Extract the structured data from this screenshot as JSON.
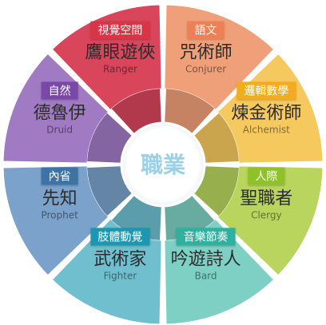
{
  "center": {
    "title": "職業"
  },
  "segments": [
    {
      "key": "ranger",
      "category": "視覺空間",
      "name": "鷹眼遊俠",
      "english": "Ranger",
      "color": "#d9455b",
      "tag_color": "#d83447"
    },
    {
      "key": "conjurer",
      "category": "語文",
      "name": "咒術師",
      "english": "Conjurer",
      "color": "#f0a079",
      "tag_color": "#ee7f57"
    },
    {
      "key": "alchemist",
      "category": "邏輯數學",
      "name": "煉金術師",
      "english": "Alchemist",
      "color": "#f6c95f",
      "tag_color": "#f2ac1d"
    },
    {
      "key": "clergy",
      "category": "人際",
      "name": "聖職者",
      "english": "Clergy",
      "color": "#b9d55e",
      "tag_color": "#8fc12c"
    },
    {
      "key": "bard",
      "category": "音樂節奏",
      "name": "吟遊詩人",
      "english": "Bard",
      "color": "#7fd0c4",
      "tag_color": "#2fb19f"
    },
    {
      "key": "fighter",
      "category": "肢體動覺",
      "name": "武術家",
      "english": "Fighter",
      "color": "#6fbfcf",
      "tag_color": "#1b97b1"
    },
    {
      "key": "prophet",
      "category": "內省",
      "name": "先知",
      "english": "Prophet",
      "color": "#7aa2cb",
      "tag_color": "#3c73a7"
    },
    {
      "key": "druid",
      "category": "自然",
      "name": "德魯伊",
      "english": "Druid",
      "color": "#a17ac4",
      "tag_color": "#7a4aa8"
    }
  ]
}
